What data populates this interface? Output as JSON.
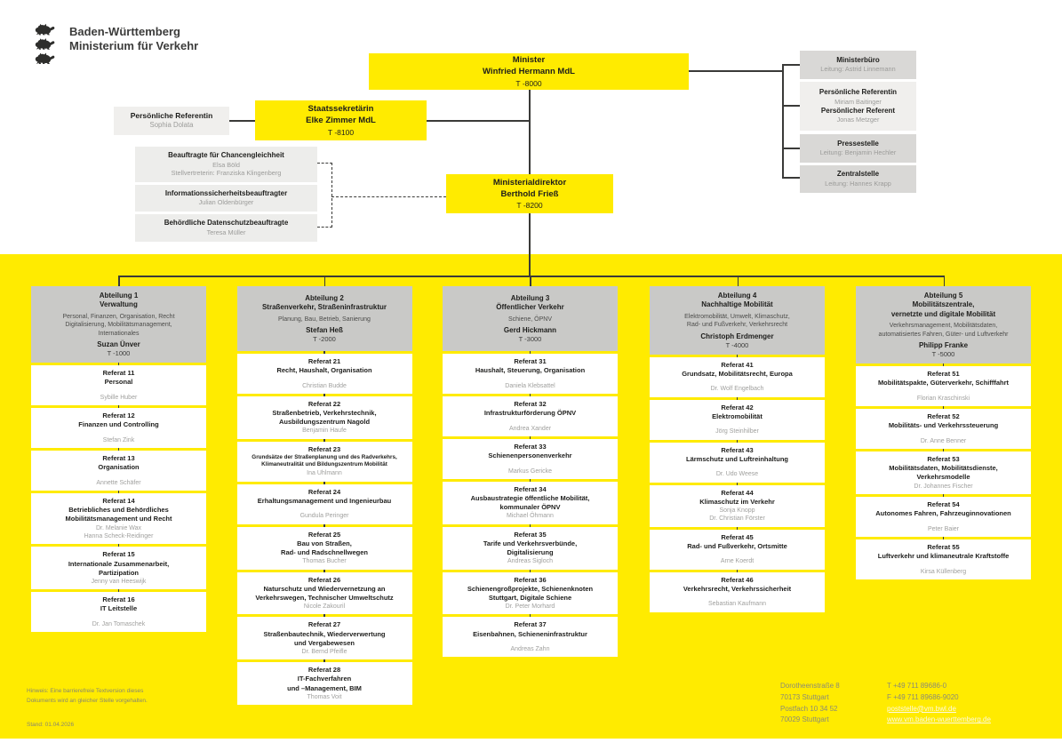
{
  "logo": {
    "line1": "Baden-Württemberg",
    "line2": "Ministerium für Verkehr"
  },
  "minister": {
    "title": "Minister",
    "name": "Winfried Hermann MdL",
    "phone": "T -8000"
  },
  "staatssekretaerin": {
    "title": "Staatssekretärin",
    "name": "Elke Zimmer MdL",
    "phone": "T -8100"
  },
  "ministerialdirektor": {
    "title": "Ministerialdirektor",
    "name": "Berthold Frieß",
    "phone": "T -8200"
  },
  "persoenliche_referentin_links": {
    "title": "Persönliche Referentin",
    "name": "Sophia Dolata"
  },
  "ministerbuero": {
    "title": "Ministerbüro",
    "sub": "Leitung: Astrid Linnemann"
  },
  "persoenliche_referenten": {
    "title1": "Persönliche Referentin",
    "name1": "Miriam Baitinger",
    "title2": "Persönlicher Referent",
    "name2": "Jonas Metzger"
  },
  "pressestelle": {
    "title": "Pressestelle",
    "sub": "Leitung: Benjamin Hechler"
  },
  "zentralstelle": {
    "title": "Zentralstelle",
    "sub": "Leitung: Hannes Krapp"
  },
  "beauftragte": [
    {
      "title": "Beauftragte für Chancengleichheit",
      "names": "Elsa Böld\nStellvertreterin: Franziska Klingenberg"
    },
    {
      "title": "Informationssicherheitsbeauftragter",
      "names": "Julian Oldenbürger"
    },
    {
      "title": "Behördliche Datenschutzbeauftragte",
      "names": "Teresa Müller"
    }
  ],
  "departments": [
    {
      "header": {
        "num": "Abteilung 1",
        "title": "Verwaltung",
        "desc": "Personal, Finanzen, Organisation, Recht\nDigitalisierung, Mobilitätsmanagement,\nInternationales",
        "head": "Suzan Ünver",
        "phone": "T -1000"
      },
      "referate": [
        {
          "num": "Referat 11",
          "title": "Personal",
          "name": "Sybille Huber"
        },
        {
          "num": "Referat 12",
          "title": "Finanzen und Controlling",
          "name": "Stefan Zink"
        },
        {
          "num": "Referat 13",
          "title": "Organisation",
          "name": "Annette Schäfer"
        },
        {
          "num": "Referat 14",
          "title": "Betriebliches und Behördliches\nMobilitätsmanagement und Recht",
          "name": "Dr. Melanie Wax\nHanna Scheck-Reidinger"
        },
        {
          "num": "Referat 15",
          "title": "Internationale Zusammenarbeit,\nPartizipation",
          "name": "Jenny van Heeswijk"
        },
        {
          "num": "Referat 16",
          "title": "IT Leitstelle",
          "name": "Dr. Jan Tomaschek"
        }
      ]
    },
    {
      "header": {
        "num": "Abteilung 2",
        "title": "Straßenverkehr, Straßeninfrastruktur",
        "desc": "Planung, Bau, Betrieb, Sanierung",
        "head": "Stefan Heß",
        "phone": "T -2000"
      },
      "referate": [
        {
          "num": "Referat 21",
          "title": "Recht, Haushalt, Organisation",
          "name": "Christian Budde"
        },
        {
          "num": "Referat 22",
          "title": "Straßenbetrieb, Verkehrstechnik,\nAusbildungszentrum Nagold",
          "name": "Benjamin Haufe"
        },
        {
          "num": "Referat 23",
          "title": "Grundsätze der Straßenplanung und des Radverkehrs,\nKlimaneutralität und Bildungszentrum Mobilität",
          "name": "Ina Uhlmann"
        },
        {
          "num": "Referat 24",
          "title": "Erhaltungsmanagement und Ingenieurbau",
          "name": "Gundula Peringer"
        },
        {
          "num": "Referat 25",
          "title": "Bau von Straßen,\nRad- und Radschnellwegen",
          "name": "Thomas Bucher"
        },
        {
          "num": "Referat 26",
          "title": "Naturschutz und Wiedervernetzung an\nVerkehrswegen, Technischer Umweltschutz",
          "name": "Nicole Zakouril"
        },
        {
          "num": "Referat 27",
          "title": "Straßenbautechnik, Wiederverwertung\nund Vergabewesen",
          "name": "Dr. Bernd Pfeifle"
        },
        {
          "num": "Referat 28",
          "title": "IT-Fachverfahren\nund –Management, BIM",
          "name": "Thomas Voit"
        }
      ]
    },
    {
      "header": {
        "num": "Abteilung 3",
        "title": "Öffentlicher Verkehr",
        "desc": "Schiene, ÖPNV",
        "head": "Gerd Hickmann",
        "phone": "T -3000"
      },
      "referate": [
        {
          "num": "Referat 31",
          "title": "Haushalt, Steuerung, Organisation",
          "name": "Daniela Klebsattel"
        },
        {
          "num": "Referat 32",
          "title": "Infrastrukturförderung ÖPNV",
          "name": "Andrea Xander"
        },
        {
          "num": "Referat 33",
          "title": "Schienenpersonenverkehr",
          "name": "Markus Gericke"
        },
        {
          "num": "Referat 34",
          "title": "Ausbaustrategie öffentliche Mobilität,\nkommunaler ÖPNV",
          "name": "Michael Öhmann"
        },
        {
          "num": "Referat 35",
          "title": "Tarife und Verkehrsverbünde,\nDigitalisierung",
          "name": "Andreas Sigloch"
        },
        {
          "num": "Referat 36",
          "title": "Schienengroßprojekte, Schienenknoten\nStuttgart, Digitale Schiene",
          "name": "Dr. Peter Morhard"
        },
        {
          "num": "Referat 37",
          "title": "Eisenbahnen, Schieneninfrastruktur",
          "name": "Andreas Zahn"
        }
      ]
    },
    {
      "header": {
        "num": "Abteilung 4",
        "title": "Nachhaltige Mobilität",
        "desc": "Elektromobilität, Umwelt, Klimaschutz,\nRad- und Fußverkehr, Verkehrsrecht",
        "head": "Christoph Erdmenger",
        "phone": "T -4000"
      },
      "referate": [
        {
          "num": "Referat 41",
          "title": "Grundsatz, Mobilitätsrecht, Europa",
          "name": "Dr. Wolf Engelbach"
        },
        {
          "num": "Referat 42",
          "title": "Elektromobilität",
          "name": "Jörg Steinhilber"
        },
        {
          "num": "Referat 43",
          "title": "Lärmschutz und Luftreinhaltung",
          "name": "Dr. Udo Weese"
        },
        {
          "num": "Referat 44",
          "title": "Klimaschutz im Verkehr",
          "name": "Sonja Knopp\nDr. Christian Förster"
        },
        {
          "num": "Referat 45",
          "title": "Rad- und Fußverkehr, Ortsmitte",
          "name": "Arne Koerdt"
        },
        {
          "num": "Referat 46",
          "title": "Verkehrsrecht, Verkehrssicherheit",
          "name": "Sebastian Kaufmann"
        }
      ]
    },
    {
      "header": {
        "num": "Abteilung 5",
        "title": "Mobilitätszentrale,\nvernetzte und digitale Mobilität",
        "desc": "Verkehrsmanagement, Mobilitätsdaten,\nautomatisiertes Fahren, Güter- und Luftverkehr",
        "head": "Philipp Franke",
        "phone": "T -5000"
      },
      "referate": [
        {
          "num": "Referat 51",
          "title": "Mobilitätspakte, Güterverkehr, Schifffahrt",
          "name": "Florian Kraschinski"
        },
        {
          "num": "Referat 52",
          "title": "Mobilitäts- und Verkehrssteuerung",
          "name": "Dr. Anne Benner"
        },
        {
          "num": "Referat 53",
          "title": "Mobilitätsdaten, Mobilitätsdienste,\nVerkehrsmodelle",
          "name": "Dr. Johannes Fischer"
        },
        {
          "num": "Referat 54",
          "title": "Autonomes Fahren, Fahrzeuginnovationen",
          "name": "Peter Baier"
        },
        {
          "num": "Referat 55",
          "title": "Luftverkehr und klimaneutrale Kraftstoffe",
          "name": "Kirsa Küllenberg"
        }
      ]
    }
  ],
  "footer": {
    "hinweis": "Hinweis: Eine barrierefreie Textversion dieses\nDokuments wird an gleicher Stelle vorgehalten.",
    "stand": "Stand: 01.04.2026",
    "address": "Dorotheenstraße 8\n70173 Stuttgart\nPostfach 10 34 52\n70029 Stuttgart",
    "phone": "T +49 711 89686-0",
    "fax": "F +49 711 89686-9020",
    "email": "poststelle@vm.bwl.de",
    "web": "www.vm.baden-wuerttemberg.de"
  }
}
